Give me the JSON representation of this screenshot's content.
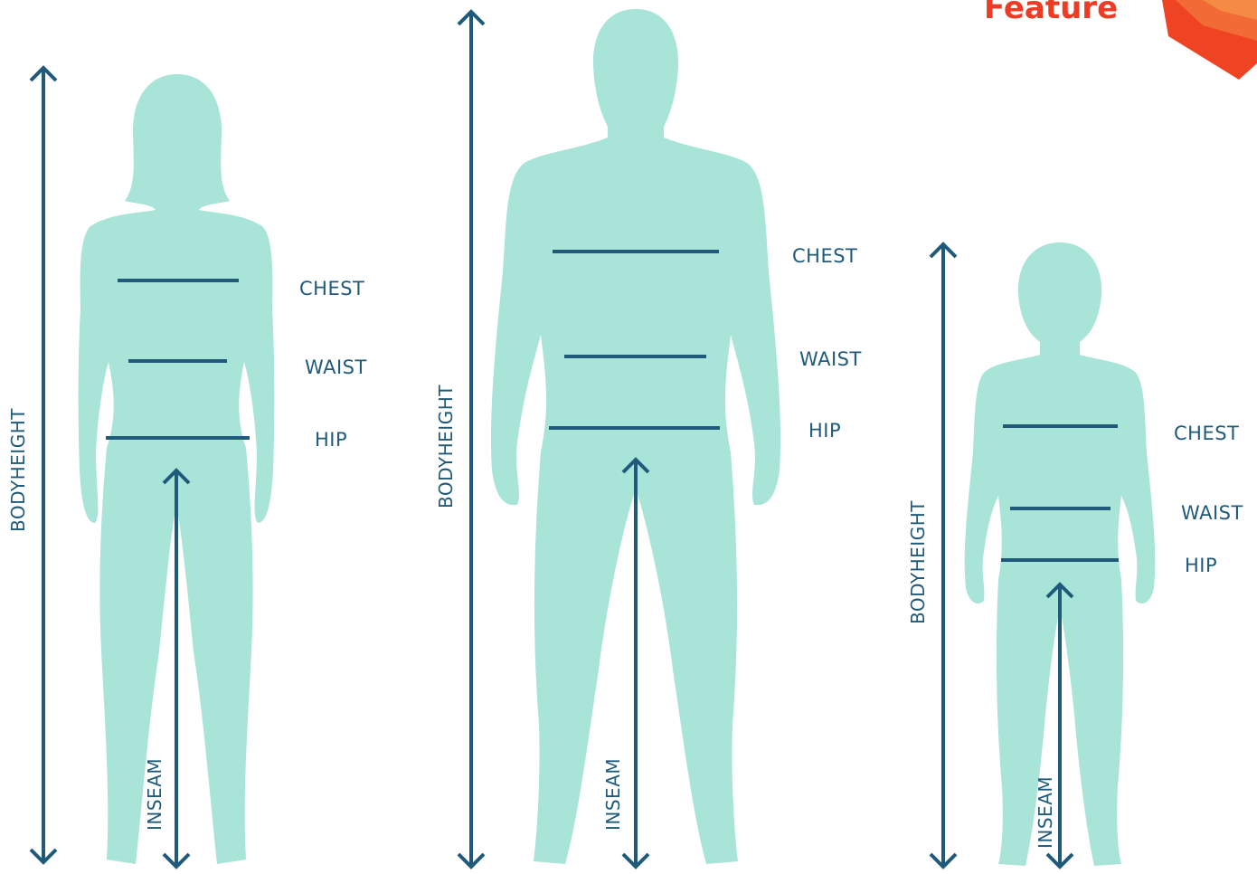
{
  "header": {
    "feature_tag": "Feature"
  },
  "colors": {
    "silhouette": "#a9e4d8",
    "measure_line": "#1f5a7a",
    "label": "#1f5a7a",
    "feature_red": "#ee3b24",
    "feature_orange": "#f08030"
  },
  "figures": {
    "woman": {
      "chest": "CHEST",
      "waist": "WAIST",
      "hip": "HIP",
      "bodyheight": "BODYHEIGHT",
      "inseam": "INSEAM"
    },
    "man": {
      "chest": "CHEST",
      "waist": "WAIST",
      "hip": "HIP",
      "bodyheight": "BODYHEIGHT",
      "inseam": "INSEAM"
    },
    "child": {
      "chest": "CHEST",
      "waist": "WAIST",
      "hip": "HIP",
      "bodyheight": "BODYHEIGHT",
      "inseam": "INSEAM"
    }
  }
}
